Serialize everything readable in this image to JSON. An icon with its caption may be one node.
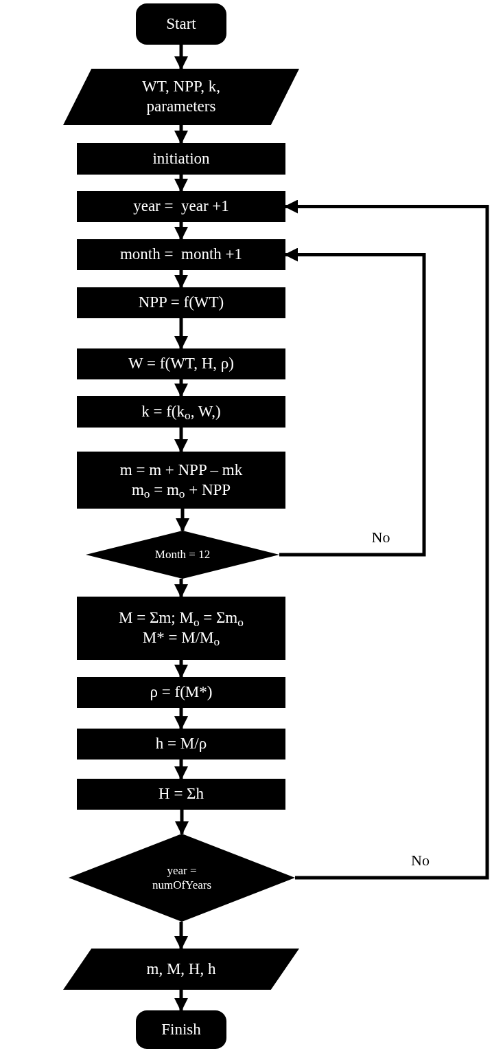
{
  "diagram": {
    "nodes": [
      {
        "text": [
          "Start"
        ]
      },
      {
        "text": [
          "WT, NPP, k, parameters"
        ]
      },
      {
        "text": [
          "initiation"
        ]
      },
      {
        "text": [
          "year =  year +1"
        ]
      },
      {
        "text": [
          "month =  month +1"
        ]
      },
      {
        "text": [
          "NPP = f(WT)"
        ]
      },
      {
        "text": [
          "W = f(WT, H, ρ)"
        ]
      },
      {
        "text": [
          "k = f(k$_{o}$, W,)"
        ]
      },
      {
        "text": [
          "m = m + NPP – mk",
          "m$_{o}$ = m$_{o}$ + NPP"
        ]
      },
      {
        "text": [
          "Month = 12"
        ]
      },
      {
        "text": [
          "M = Σm; M$_{o}$ = Σm$_{o}$",
          "M* = M/M$_{o}$"
        ]
      },
      {
        "text": [
          "ρ = f(M*)"
        ]
      },
      {
        "text": [
          "h = M/ρ"
        ]
      },
      {
        "text": [
          "H = Σh"
        ]
      },
      {
        "text": [
          "year = numOfYears"
        ]
      },
      {
        "text": [
          "m, M, H, h"
        ]
      },
      {
        "text": [
          "Finish"
        ]
      }
    ],
    "edges": [
      {
        "from": 0,
        "to": 1,
        "arrow": "to"
      },
      {
        "from": 1,
        "to": 2,
        "arrow": "to"
      },
      {
        "from": 2,
        "to": 3,
        "arrow": "to"
      },
      {
        "from": 3,
        "to": 4,
        "arrow": "to"
      },
      {
        "from": 4,
        "to": 5,
        "arrow": "to"
      },
      {
        "from": 5,
        "to": 6,
        "arrow": "to"
      },
      {
        "from": 6,
        "to": 7,
        "arrow": "to"
      },
      {
        "from": 7,
        "to": 8,
        "arrow": "to"
      },
      {
        "from": 8,
        "to": 9,
        "arrow": "to"
      },
      {
        "from": 9,
        "to": 4,
        "arrow": "to",
        "label": "No"
      },
      {
        "from": 9,
        "to": 10,
        "arrow": "to"
      },
      {
        "from": 10,
        "to": 11,
        "arrow": "to"
      },
      {
        "from": 11,
        "to": 12,
        "arrow": "to"
      },
      {
        "from": 12,
        "to": 13,
        "arrow": "to"
      },
      {
        "from": 13,
        "to": 14,
        "arrow": "to"
      },
      {
        "from": 14,
        "to": 3,
        "arrow": "to",
        "label": "No"
      },
      {
        "from": 14,
        "to": 15,
        "arrow": "to"
      },
      {
        "from": 15,
        "to": 16,
        "arrow": "to"
      }
    ]
  }
}
